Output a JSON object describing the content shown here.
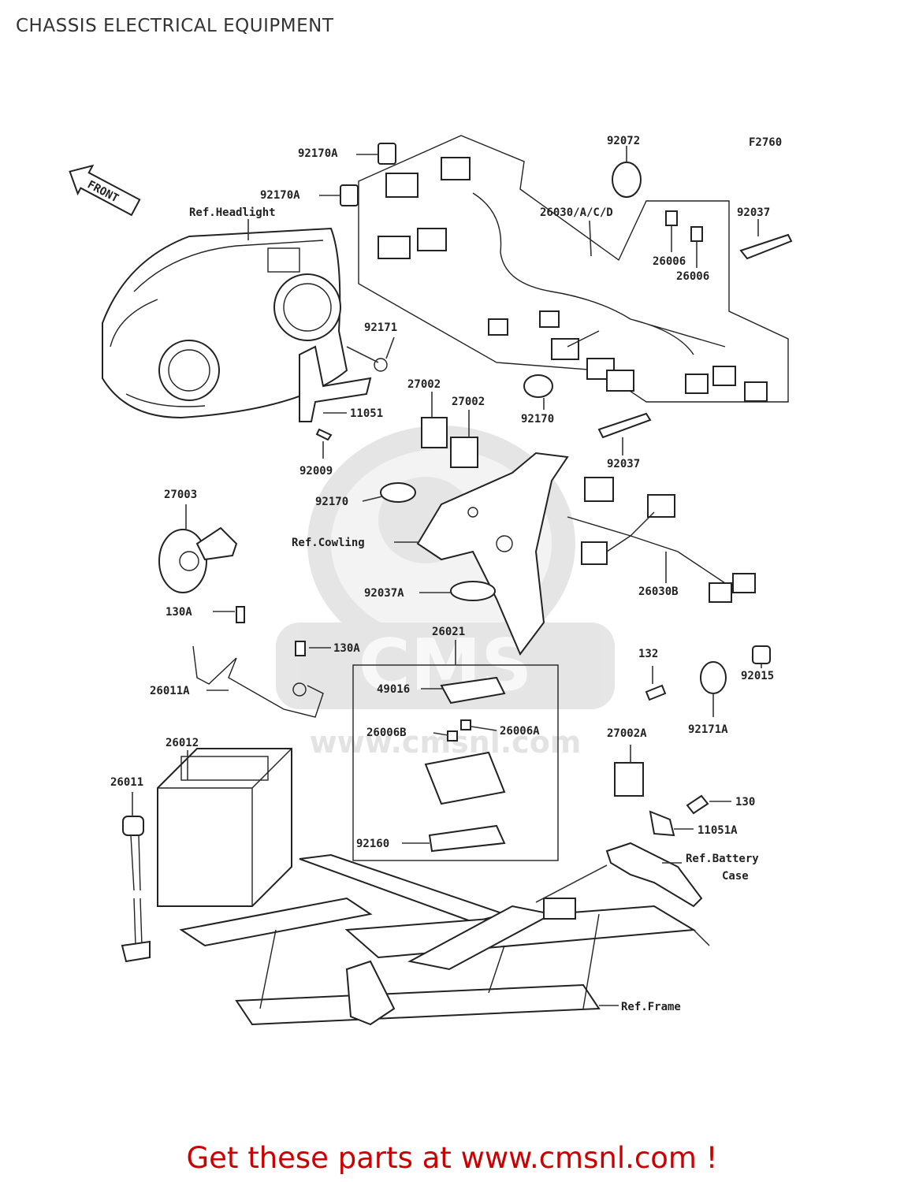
{
  "page": {
    "title": "CHASSIS ELECTRICAL EQUIPMENT"
  },
  "diagram": {
    "figure_code": "F2760",
    "front_arrow_text": "FRONT",
    "watermark": {
      "text": "www.cmsnl.com",
      "logo": "CMS"
    },
    "labels": {
      "l92170A_1": "92170A",
      "l92170A_2": "92170A",
      "ref_headlight": "Ref.Headlight",
      "l92072": "92072",
      "l26030": "26030/A/C/D",
      "l92037_top": "92037",
      "l26006_1": "26006",
      "l26006_2": "26006",
      "l92171": "92171",
      "l11051": "11051",
      "l92009": "92009",
      "l27002_1": "27002",
      "l27002_2": "27002",
      "l92170_right": "92170",
      "l92037_mid": "92037",
      "l27003": "27003",
      "l92170_left": "92170",
      "ref_cowling": "Ref.Cowling",
      "l26030B": "26030B",
      "l92037A": "92037A",
      "l130A_1": "130A",
      "l130A_2": "130A",
      "l26021": "26021",
      "l26011A": "26011A",
      "l49016": "49016",
      "l26006B": "26006B",
      "l26006A": "26006A",
      "l132": "132",
      "l92015": "92015",
      "l92171A": "92171A",
      "l27002A": "27002A",
      "l26012": "26012",
      "l26011": "26011",
      "l130": "130",
      "l11051A": "11051A",
      "l92160": "92160",
      "ref_battery_1": "Ref.Battery",
      "ref_battery_2": "Case",
      "ref_frame": "Ref.Frame"
    }
  },
  "footer": {
    "text": "Get these parts at www.cmsnl.com !"
  },
  "colors": {
    "footer_text": "#cc0000",
    "title_text": "#333333",
    "line": "#222222",
    "watermark": "#e3e3e3"
  }
}
